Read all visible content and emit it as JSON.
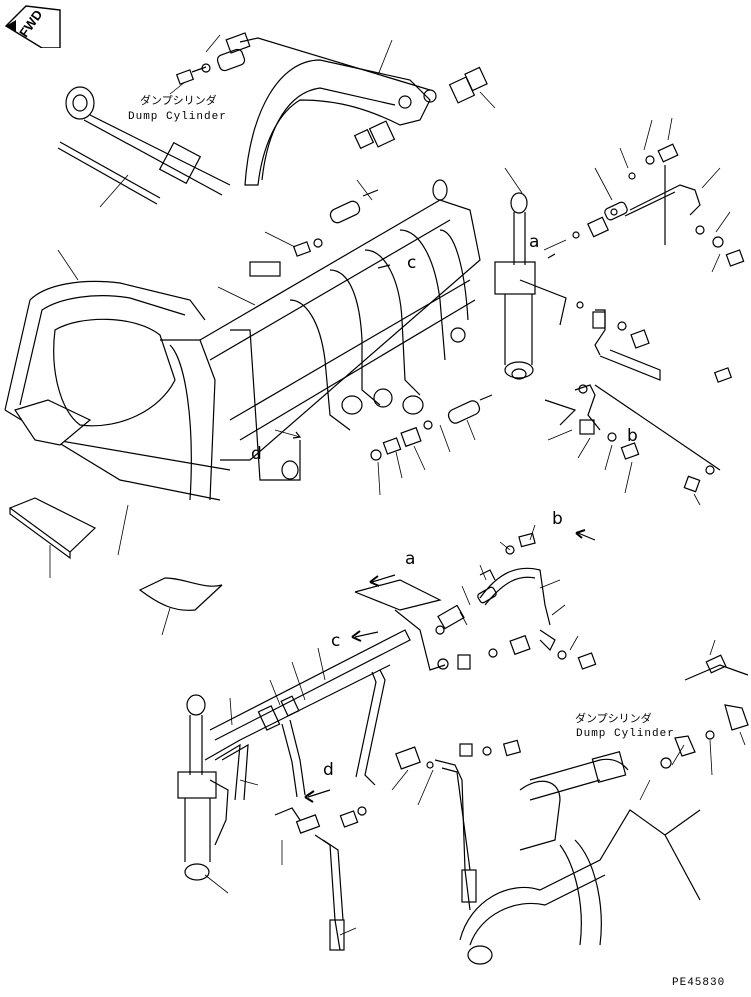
{
  "fwd_marker": {
    "label": "FWD",
    "icon": "fwd-arrow-icon"
  },
  "labels": {
    "upper_dump_cylinder_jp": "ダンプシリンダ",
    "upper_dump_cylinder_en": "Dump Cylinder",
    "lower_dump_cylinder_jp": "ダンプシリンダ",
    "lower_dump_cylinder_en": "Dump Cylinder"
  },
  "callouts": {
    "upper_a": "a",
    "upper_c": "c",
    "upper_b": "b",
    "upper_d": "d",
    "lower_b": "b",
    "lower_a": "a",
    "lower_c": "c",
    "lower_d": "d"
  },
  "drawing_number": "PE45830"
}
